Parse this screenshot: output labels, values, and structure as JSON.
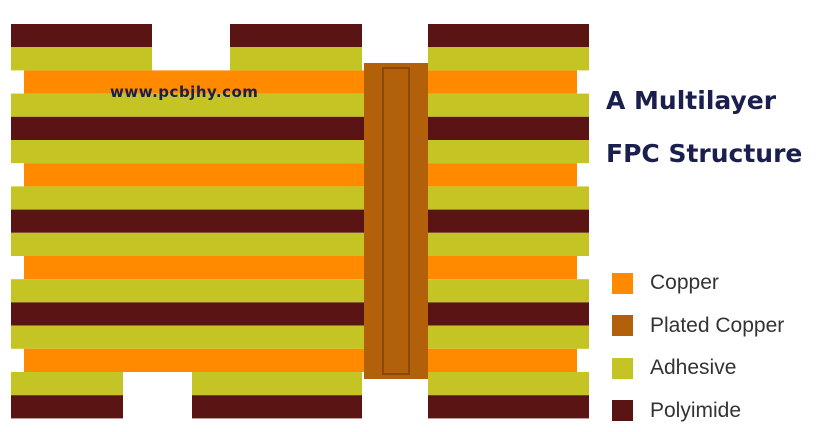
{
  "watermark": "www.pcbjhy.com",
  "title": {
    "line1": "A Multilayer",
    "line2": "FPC Structure"
  },
  "colors": {
    "copper": "#ff8a00",
    "plated_copper": "#b3600a",
    "adhesive": "#c5c425",
    "polyimide": "#5a1414"
  },
  "legend": [
    {
      "label": "Copper",
      "color": "#ff8a00"
    },
    {
      "label": "Plated Copper",
      "color": "#b3600a"
    },
    {
      "label": "Adhesive",
      "color": "#c5c425"
    },
    {
      "label": "Polyimide",
      "color": "#5a1414"
    }
  ],
  "stack": [
    "polyimide",
    "adhesive",
    "copper",
    "adhesive",
    "polyimide",
    "adhesive",
    "copper",
    "adhesive",
    "polyimide",
    "adhesive",
    "copper",
    "adhesive",
    "polyimide",
    "adhesive",
    "copper",
    "adhesive",
    "polyimide"
  ]
}
